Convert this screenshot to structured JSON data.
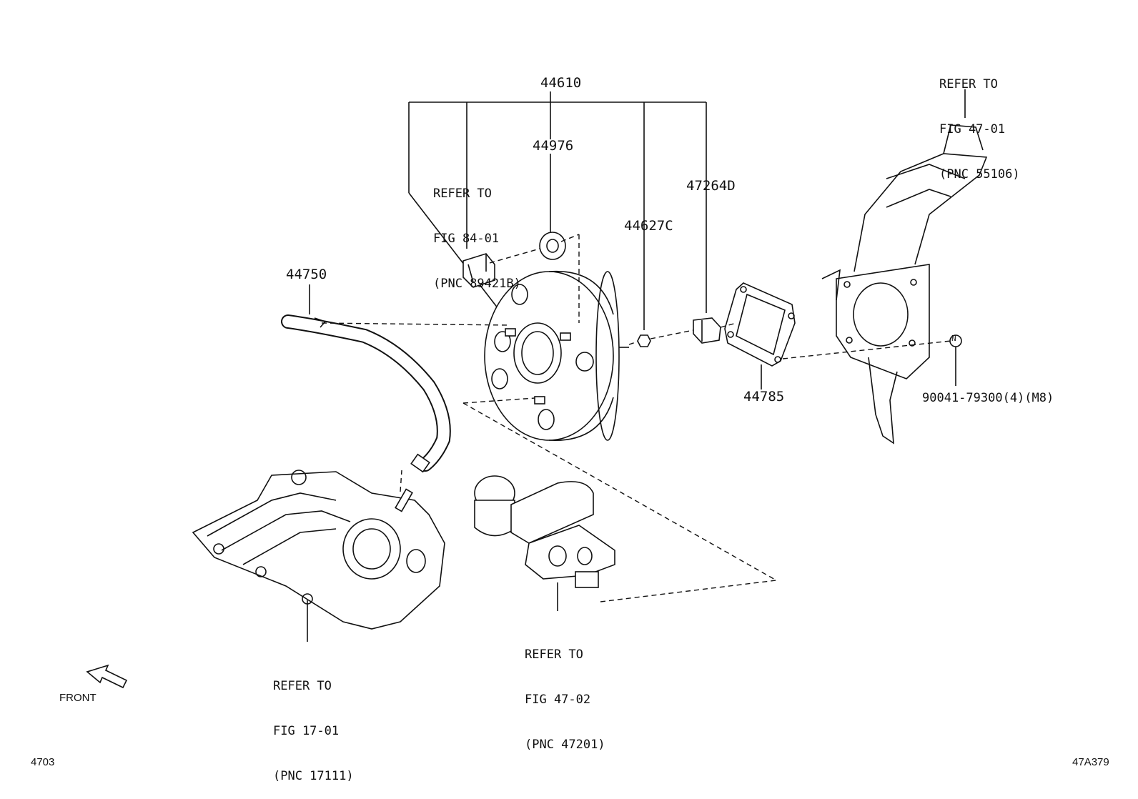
{
  "parts": {
    "p44610": "44610",
    "p44976": "44976",
    "p47264d": "47264D",
    "p44627c": "44627C",
    "p44750": "44750",
    "p44785": "44785",
    "p90041": "90041-79300(4)(M8)",
    "n_marker": "N"
  },
  "refs": {
    "fig8401": [
      "REFER TO",
      "FIG 84-01",
      "(PNC 89421B)"
    ],
    "fig4701": [
      "REFER TO",
      "FIG 47-01",
      "(PNC 55106)"
    ],
    "fig1701": [
      "REFER TO",
      "FIG 17-01",
      "(PNC 17111)"
    ],
    "fig4702": [
      "REFER TO",
      "FIG 47-02",
      "(PNC 47201)"
    ]
  },
  "front_label": "FRONT",
  "footer": {
    "left": "4703",
    "right": "47A379"
  }
}
